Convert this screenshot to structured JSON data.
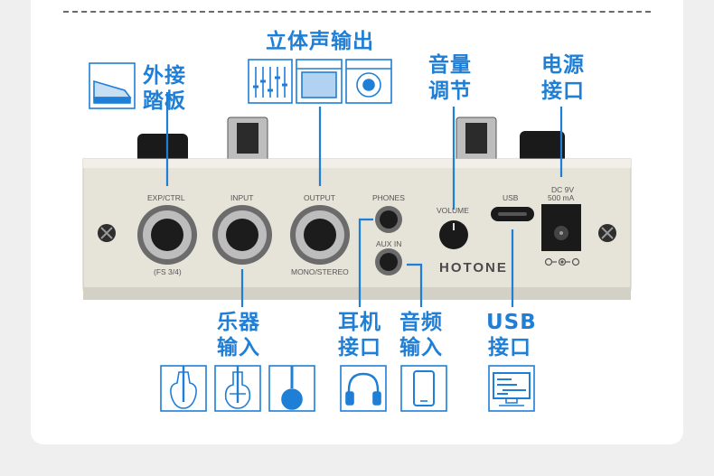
{
  "callouts": {
    "exp_pedal": [
      "外接",
      "踏板"
    ],
    "stereo_out": "立体声输出",
    "volume": [
      "音量",
      "调节"
    ],
    "power": [
      "电源",
      "接口"
    ],
    "instrument_in": [
      "乐器",
      "输入"
    ],
    "headphone": [
      "耳机",
      "接口"
    ],
    "audio_in": [
      "音频",
      "输入"
    ],
    "usb": [
      "USB",
      "接口"
    ]
  },
  "panel": {
    "exp_ctrl": "EXP/CTRL",
    "fs": "(FS 3/4)",
    "input": "INPUT",
    "output": "OUTPUT",
    "mono_stereo": "MONO/STEREO",
    "phones": "PHONES",
    "aux_in": "AUX IN",
    "volume": "VOLUME",
    "usb": "USB",
    "dc_line1": "DC 9V",
    "dc_line2": "500 mA",
    "brand": "HOTONE"
  },
  "colors": {
    "accent": "#1f7fd6",
    "device_body": "#e6e3d8"
  }
}
